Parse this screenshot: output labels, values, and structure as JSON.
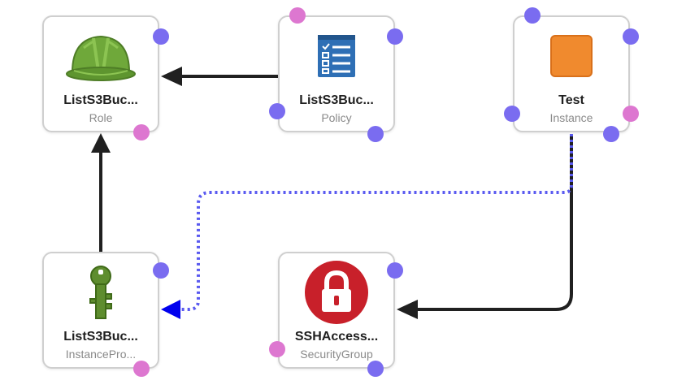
{
  "colors": {
    "port_blue": "#7a6cf0",
    "port_pink": "#dd77d0",
    "edge_solid": "#202020",
    "edge_dotted": "#5a5af0",
    "arrow_dotted": "#0000ee",
    "helmet_green": "#6fa83a",
    "policy_blue": "#2e6fb5",
    "instance_orange": "#f08a2e",
    "key_green": "#5e8d2e",
    "lock_red": "#c8202a"
  },
  "nodes": {
    "role": {
      "title": "ListS3Buc...",
      "subtitle": "Role",
      "icon": "hard-hat-icon"
    },
    "policy": {
      "title": "ListS3Buc...",
      "subtitle": "Policy",
      "icon": "policy-document-icon"
    },
    "instance": {
      "title": "Test",
      "subtitle": "Instance",
      "icon": "ec2-instance-icon"
    },
    "instance_profile": {
      "title": "ListS3Buc...",
      "subtitle": "InstancePro...",
      "icon": "key-icon"
    },
    "security_group": {
      "title": "SSHAccess...",
      "subtitle": "SecurityGroup",
      "icon": "padlock-icon"
    }
  }
}
